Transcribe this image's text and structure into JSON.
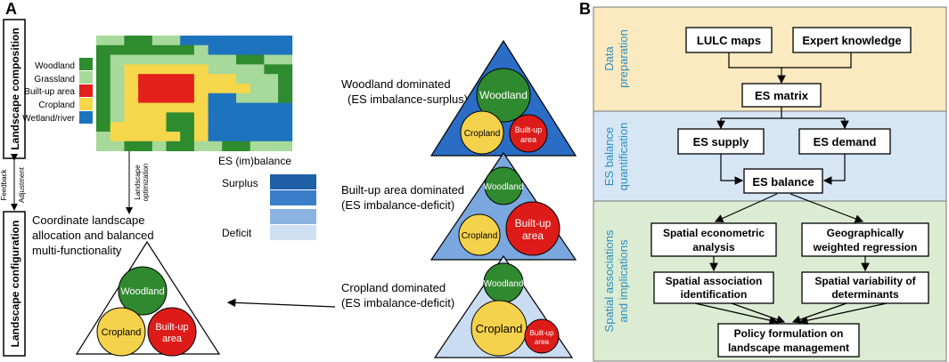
{
  "panel_a": {
    "label": "A",
    "side_top": "Landscape composition",
    "side_bottom": "Landscape configuration",
    "feedback": "Feedback",
    "adjustment": "Adjustment",
    "optimization_line1": "Landscape",
    "optimization_line2": "optimization",
    "legend": [
      {
        "label": "Woodland",
        "color": "#2e8b2e"
      },
      {
        "label": "Grassland",
        "color": "#a6d99a"
      },
      {
        "label": "Built-up area",
        "color": "#e3201b"
      },
      {
        "label": "Cropland",
        "color": "#f6d64a"
      },
      {
        "label": "Wetland/river",
        "color": "#1e73be"
      }
    ],
    "es_title": "ES (im)balance",
    "surplus": "Surplus",
    "deficit": "Deficit",
    "scale_colors": [
      "#1f5fa8",
      "#3a7dc9",
      "#8ab3e2",
      "#cfe0f3"
    ],
    "coordinate_line1": "Coordinate landscape",
    "coordinate_line2": "allocation and balanced",
    "coordinate_line3": "multi-functionality",
    "main_triangle": {
      "top": "Woodland",
      "left": "Cropland",
      "right_line1": "Built-up",
      "right_line2": "area"
    },
    "scenarios": [
      {
        "title_line1": "Woodland dominated",
        "title_line2": "(ES imbalance-surplus)",
        "top": "Woodland",
        "left": "Cropland",
        "right_line1": "Built-up",
        "right_line2": "area"
      },
      {
        "title_line1": "Built-up area dominated",
        "title_line2": "(ES imbalance-deficit)",
        "top": "Woodland",
        "left": "Cropland",
        "right_line1": "Built-up",
        "right_line2": "area"
      },
      {
        "title_line1": "Cropland dominated",
        "title_line2": "(ES imbalance-deficit)",
        "top": "Woodland",
        "left": "Cropland",
        "right_line1": "Built-up",
        "right_line2": "area"
      }
    ],
    "colors": {
      "woodland": "#2f8a2f",
      "cropland": "#f5d24b",
      "builtup": "#dd1c1a",
      "tri_surplus": "#2b6cc4",
      "tri_deficit": "#7aa7dd",
      "tri_light": "#c9dcf2"
    }
  },
  "panel_b": {
    "label": "B",
    "section1_line1": "Data",
    "section1_line2": "preparation",
    "section2_line1": "ES balance",
    "section2_line2": "quantification",
    "section3_line1": "Spatial associations",
    "section3_line2": "and implications",
    "lulc": "LULC maps",
    "expert": "Expert knowledge",
    "es_matrix": "ES matrix",
    "es_supply": "ES supply",
    "es_demand": "ES demand",
    "es_balance": "ES balance",
    "spatial_econ_line1": "Spatial econometric",
    "spatial_econ_line2": "analysis",
    "gwr_line1": "Geographically",
    "gwr_line2": "weighted regression",
    "spatial_assoc_line1": "Spatial association",
    "spatial_assoc_line2": "identification",
    "spatial_var_line1": "Spatial variability of",
    "spatial_var_line2": "determinants",
    "policy_line1": "Policy formulation on",
    "policy_line2": "landscape management",
    "colors": {
      "section1": "#fbe9bf",
      "section2": "#d6e6f5",
      "section3": "#dcecd2",
      "side_text": "#2a8fc4"
    }
  }
}
